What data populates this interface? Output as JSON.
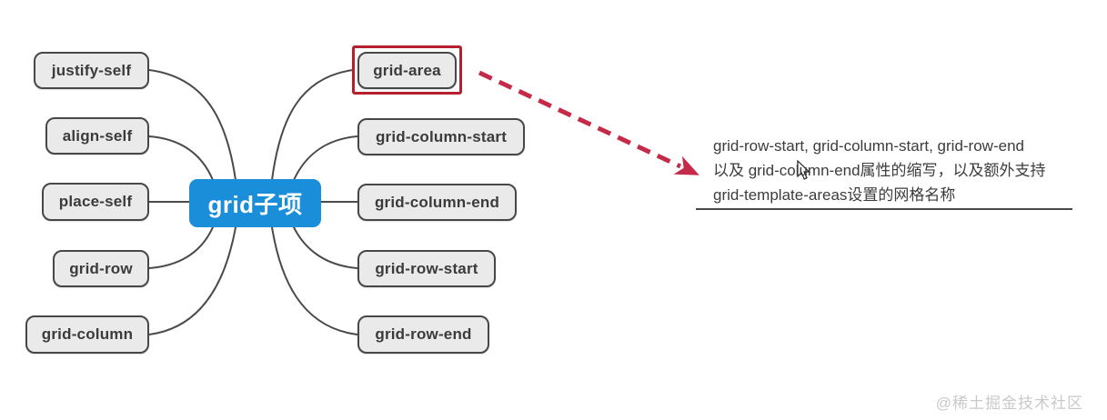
{
  "diagram": {
    "root": {
      "label": "grid子项"
    },
    "left_nodes": [
      {
        "label": "justify-self"
      },
      {
        "label": "align-self"
      },
      {
        "label": "place-self"
      },
      {
        "label": "grid-row"
      },
      {
        "label": "grid-column"
      }
    ],
    "right_nodes": [
      {
        "label": "grid-area",
        "highlighted": true
      },
      {
        "label": "grid-column-start"
      },
      {
        "label": "grid-column-end"
      },
      {
        "label": "grid-row-start"
      },
      {
        "label": "grid-row-end"
      }
    ],
    "annotation": {
      "lines": [
        "grid-row-start, grid-column-start, grid-row-end",
        "以及 grid-column-end属性的缩写，以及额外支持",
        "grid-template-areas设置的网格名称"
      ],
      "full_text": "grid-row-start, grid-column-start, grid-row-end以及 grid-column-end属性的缩写，以及额外支持grid-template-areas设置的网格名称"
    },
    "watermark": "@稀土掘金技术社区",
    "colors": {
      "root_fill": "#1b8ed9",
      "node_fill": "#eaeaea",
      "node_border": "#474747",
      "connector": "#4a4a4a",
      "highlight_frame": "#b5202c",
      "arrow": "#c52b49",
      "text": "#3b3b3b",
      "watermark": "#c9c9c9"
    },
    "icons": [
      "arrow-dashed-icon",
      "mouse-cursor-icon"
    ]
  }
}
